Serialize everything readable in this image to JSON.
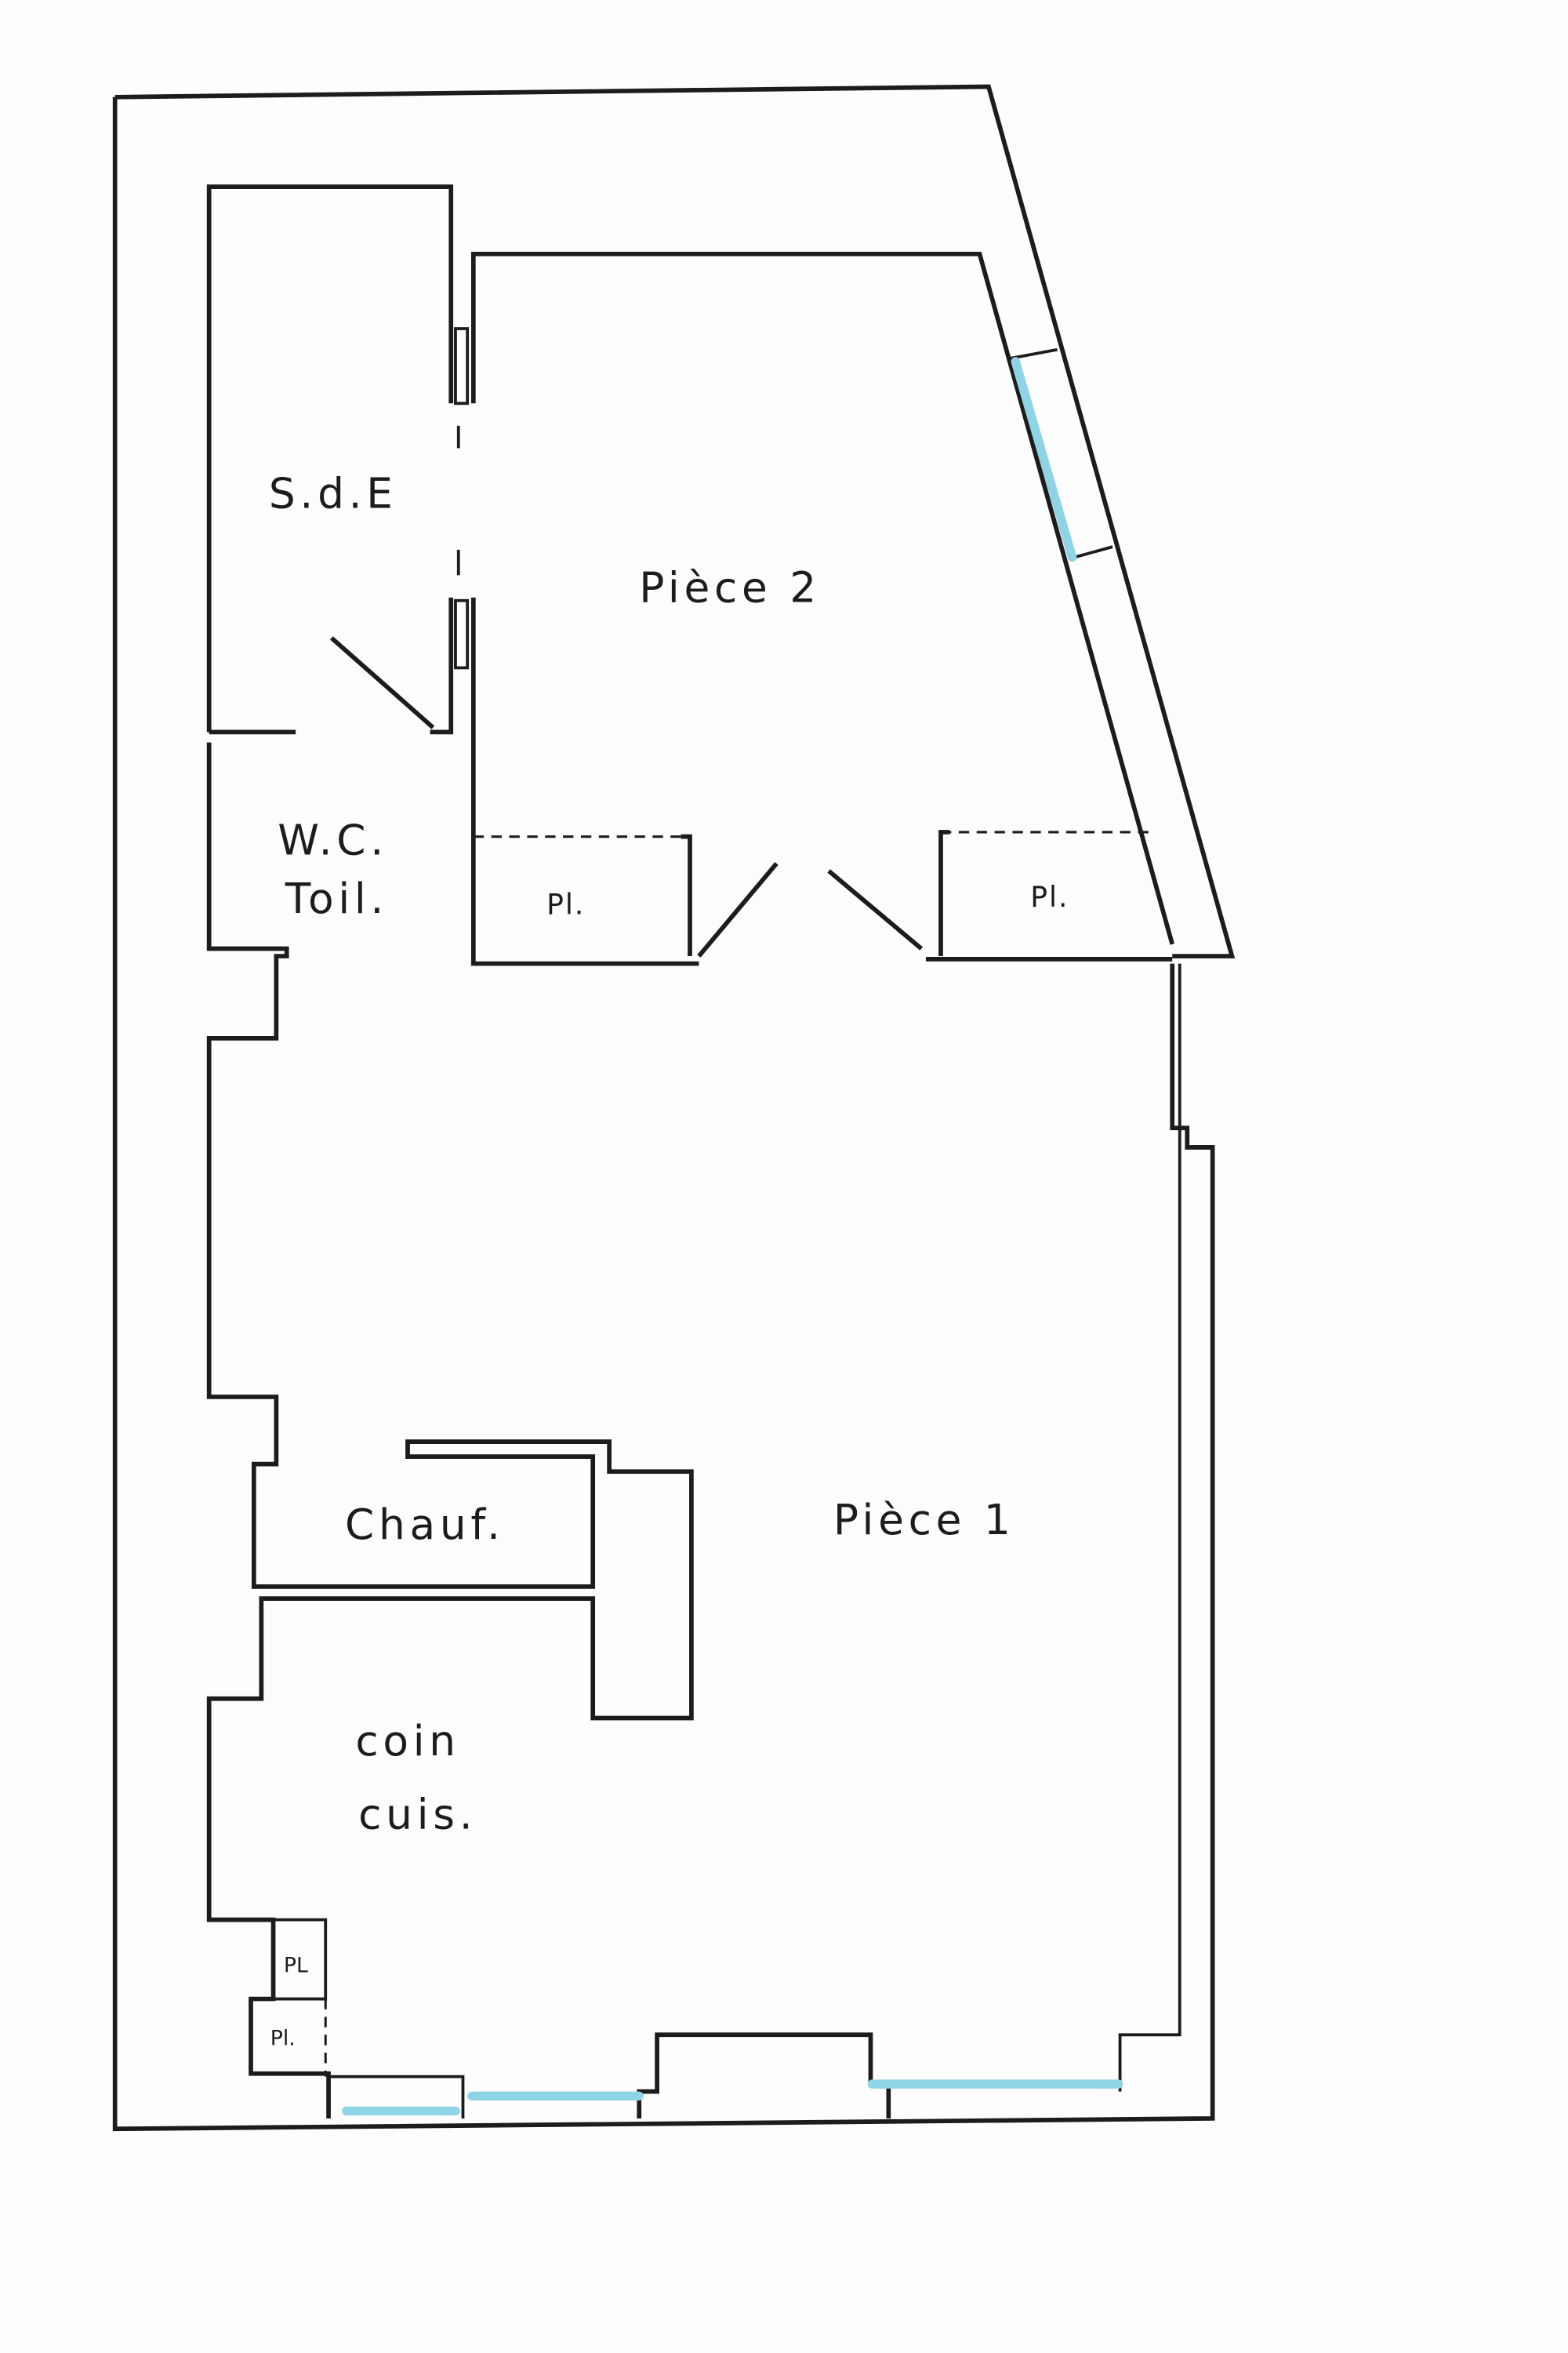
{
  "plan": {
    "rooms": {
      "sde": "S.d.E",
      "piece2": "Pièce 2",
      "wc_line1": "W.C.",
      "wc_line2": "Toil.",
      "chauf": "Chauf.",
      "piece1": "Pièce 1",
      "coin": "coin",
      "cuis": "cuis."
    },
    "closets": [
      "Pl.",
      "Pl.",
      "PL",
      "Pl."
    ],
    "colors": {
      "wall": "#1c1c1c",
      "window": "#8fd3e6",
      "background": "#fdfdfd"
    }
  }
}
